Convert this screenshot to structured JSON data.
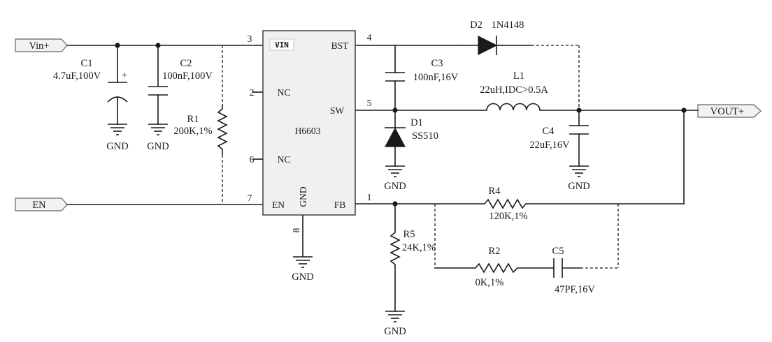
{
  "ports": {
    "vin": "Vin+",
    "en": "EN",
    "vout": "VOUT+"
  },
  "ic": {
    "name": "H6603",
    "pins": {
      "vin": {
        "label": "VIN",
        "number": "3"
      },
      "nc1": {
        "label": "NC",
        "number": "2"
      },
      "nc2": {
        "label": "NC",
        "number": "6"
      },
      "en": {
        "label": "EN",
        "number": "7"
      },
      "gnd": {
        "label": "GND",
        "number": "8"
      },
      "bst": {
        "label": "BST",
        "number": "4"
      },
      "sw": {
        "label": "SW",
        "number": "5"
      },
      "fb": {
        "label": "FB",
        "number": "1"
      }
    }
  },
  "components": {
    "c1": {
      "ref": "C1",
      "value": "4.7uF,100V",
      "polarity": "+"
    },
    "c2": {
      "ref": "C2",
      "value": "100nF,100V"
    },
    "r1": {
      "ref": "R1",
      "value": "200K,1%"
    },
    "c3": {
      "ref": "C3",
      "value": "100nF,16V"
    },
    "d1": {
      "ref": "D1",
      "value": "SS510"
    },
    "d2": {
      "ref": "D2",
      "value": "1N4148"
    },
    "l1": {
      "ref": "L1",
      "value": "22uH,IDC>0.5A"
    },
    "c4": {
      "ref": "C4",
      "value": "22uF,16V"
    },
    "r4": {
      "ref": "R4",
      "value": "120K,1%"
    },
    "r5": {
      "ref": "R5",
      "value": "24K,1%"
    },
    "r2": {
      "ref": "R2",
      "value": "0K,1%"
    },
    "c5": {
      "ref": "C5",
      "value": "47PF,16V"
    }
  },
  "ground_label": "GND"
}
